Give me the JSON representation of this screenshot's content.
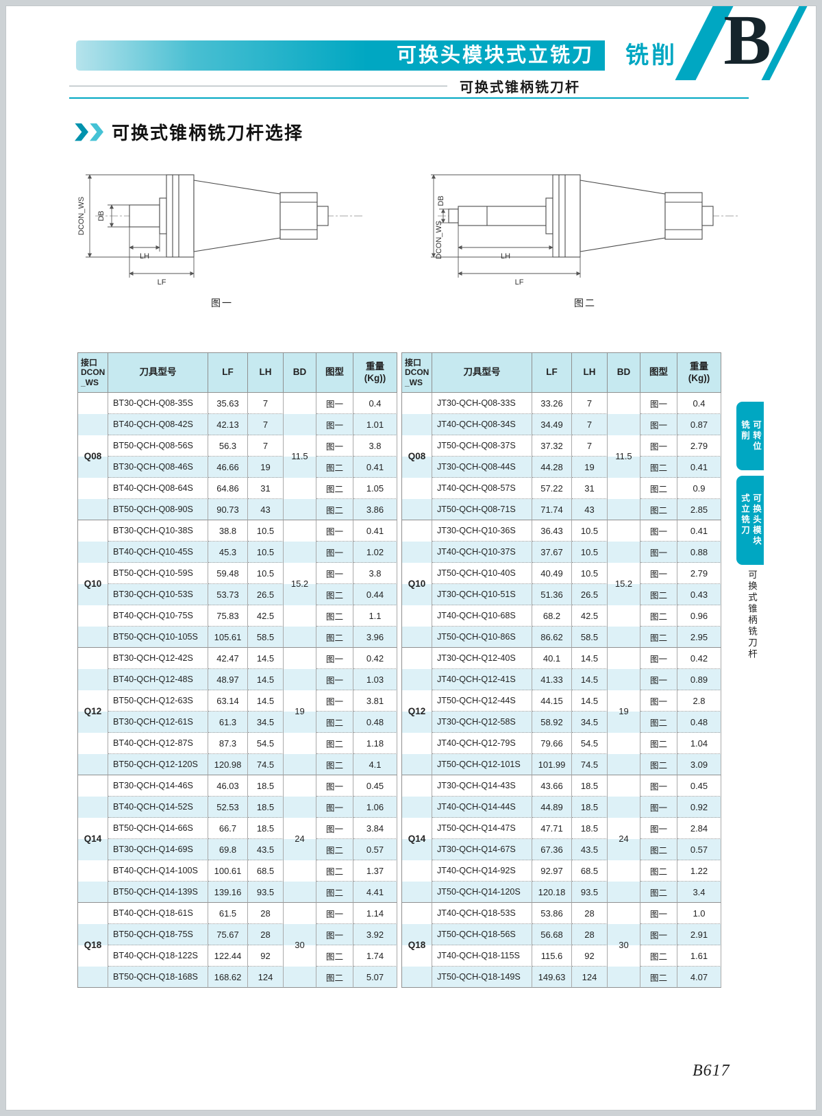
{
  "page": {
    "banner_title": "可换头模块式立铣刀",
    "banner_tag": "铣削",
    "banner_letter": "B",
    "subtitle": "可换式锥柄铣刀杆",
    "section_title": "可换式锥柄铣刀杆选择",
    "page_number": "B617"
  },
  "colors": {
    "teal": "#00a7c2",
    "header_bg": "#c6e9f0",
    "stripe_bg": "#ddf1f7"
  },
  "diagrams": [
    {
      "caption": "图一",
      "labels": {
        "db": "DB",
        "dcon": "DCON_WS",
        "lh": "LH",
        "lf": "LF"
      }
    },
    {
      "caption": "图二",
      "labels": {
        "db": "DB",
        "dcon": "DCON_WS",
        "lh": "LH",
        "lf": "LF"
      }
    }
  ],
  "sidebar": {
    "tabs": [
      {
        "label": "可转位\n铣削"
      },
      {
        "label": "可换头模块\n式立铣刀"
      }
    ],
    "caption": "可换式锥柄铣刀杆"
  },
  "table_headers": {
    "interface": "接口\nDCON\n_WS",
    "model": "刀具型号",
    "lf": "LF",
    "lh": "LH",
    "bd": "BD",
    "fig": "图型",
    "weight": "重量\n(Kg))"
  },
  "tables": [
    {
      "groups": [
        {
          "q": "Q08",
          "bd": "11.5",
          "rows": [
            [
              "BT30-QCH-Q08-35S",
              "35.63",
              "7",
              "图一",
              "0.4"
            ],
            [
              "BT40-QCH-Q08-42S",
              "42.13",
              "7",
              "图一",
              "1.01"
            ],
            [
              "BT50-QCH-Q08-56S",
              "56.3",
              "7",
              "图一",
              "3.8"
            ],
            [
              "BT30-QCH-Q08-46S",
              "46.66",
              "19",
              "图二",
              "0.41"
            ],
            [
              "BT40-QCH-Q08-64S",
              "64.86",
              "31",
              "图二",
              "1.05"
            ],
            [
              "BT50-QCH-Q08-90S",
              "90.73",
              "43",
              "图二",
              "3.86"
            ]
          ]
        },
        {
          "q": "Q10",
          "bd": "15.2",
          "rows": [
            [
              "BT30-QCH-Q10-38S",
              "38.8",
              "10.5",
              "图一",
              "0.41"
            ],
            [
              "BT40-QCH-Q10-45S",
              "45.3",
              "10.5",
              "图一",
              "1.02"
            ],
            [
              "BT50-QCH-Q10-59S",
              "59.48",
              "10.5",
              "图一",
              "3.8"
            ],
            [
              "BT30-QCH-Q10-53S",
              "53.73",
              "26.5",
              "图二",
              "0.44"
            ],
            [
              "BT40-QCH-Q10-75S",
              "75.83",
              "42.5",
              "图二",
              "1.1"
            ],
            [
              "BT50-QCH-Q10-105S",
              "105.61",
              "58.5",
              "图二",
              "3.96"
            ]
          ]
        },
        {
          "q": "Q12",
          "bd": "19",
          "rows": [
            [
              "BT30-QCH-Q12-42S",
              "42.47",
              "14.5",
              "图一",
              "0.42"
            ],
            [
              "BT40-QCH-Q12-48S",
              "48.97",
              "14.5",
              "图一",
              "1.03"
            ],
            [
              "BT50-QCH-Q12-63S",
              "63.14",
              "14.5",
              "图一",
              "3.81"
            ],
            [
              "BT30-QCH-Q12-61S",
              "61.3",
              "34.5",
              "图二",
              "0.48"
            ],
            [
              "BT40-QCH-Q12-87S",
              "87.3",
              "54.5",
              "图二",
              "1.18"
            ],
            [
              "BT50-QCH-Q12-120S",
              "120.98",
              "74.5",
              "图二",
              "4.1"
            ]
          ]
        },
        {
          "q": "Q14",
          "bd": "24",
          "rows": [
            [
              "BT30-QCH-Q14-46S",
              "46.03",
              "18.5",
              "图一",
              "0.45"
            ],
            [
              "BT40-QCH-Q14-52S",
              "52.53",
              "18.5",
              "图一",
              "1.06"
            ],
            [
              "BT50-QCH-Q14-66S",
              "66.7",
              "18.5",
              "图一",
              "3.84"
            ],
            [
              "BT30-QCH-Q14-69S",
              "69.8",
              "43.5",
              "图二",
              "0.57"
            ],
            [
              "BT40-QCH-Q14-100S",
              "100.61",
              "68.5",
              "图二",
              "1.37"
            ],
            [
              "BT50-QCH-Q14-139S",
              "139.16",
              "93.5",
              "图二",
              "4.41"
            ]
          ]
        },
        {
          "q": "Q18",
          "bd": "30",
          "rows": [
            [
              "BT40-QCH-Q18-61S",
              "61.5",
              "28",
              "图一",
              "1.14"
            ],
            [
              "BT50-QCH-Q18-75S",
              "75.67",
              "28",
              "图一",
              "3.92"
            ],
            [
              "BT40-QCH-Q18-122S",
              "122.44",
              "92",
              "图二",
              "1.74"
            ],
            [
              "BT50-QCH-Q18-168S",
              "168.62",
              "124",
              "图二",
              "5.07"
            ]
          ]
        }
      ]
    },
    {
      "groups": [
        {
          "q": "Q08",
          "bd": "11.5",
          "rows": [
            [
              "JT30-QCH-Q08-33S",
              "33.26",
              "7",
              "图一",
              "0.4"
            ],
            [
              "JT40-QCH-Q08-34S",
              "34.49",
              "7",
              "图一",
              "0.87"
            ],
            [
              "JT50-QCH-Q08-37S",
              "37.32",
              "7",
              "图一",
              "2.79"
            ],
            [
              "JT30-QCH-Q08-44S",
              "44.28",
              "19",
              "图二",
              "0.41"
            ],
            [
              "JT40-QCH-Q08-57S",
              "57.22",
              "31",
              "图二",
              "0.9"
            ],
            [
              "JT50-QCH-Q08-71S",
              "71.74",
              "43",
              "图二",
              "2.85"
            ]
          ]
        },
        {
          "q": "Q10",
          "bd": "15.2",
          "rows": [
            [
              "JT30-QCH-Q10-36S",
              "36.43",
              "10.5",
              "图一",
              "0.41"
            ],
            [
              "JT40-QCH-Q10-37S",
              "37.67",
              "10.5",
              "图一",
              "0.88"
            ],
            [
              "JT50-QCH-Q10-40S",
              "40.49",
              "10.5",
              "图一",
              "2.79"
            ],
            [
              "JT30-QCH-Q10-51S",
              "51.36",
              "26.5",
              "图二",
              "0.43"
            ],
            [
              "JT40-QCH-Q10-68S",
              "68.2",
              "42.5",
              "图二",
              "0.96"
            ],
            [
              "JT50-QCH-Q10-86S",
              "86.62",
              "58.5",
              "图二",
              "2.95"
            ]
          ]
        },
        {
          "q": "Q12",
          "bd": "19",
          "rows": [
            [
              "JT30-QCH-Q12-40S",
              "40.1",
              "14.5",
              "图一",
              "0.42"
            ],
            [
              "JT40-QCH-Q12-41S",
              "41.33",
              "14.5",
              "图一",
              "0.89"
            ],
            [
              "JT50-QCH-Q12-44S",
              "44.15",
              "14.5",
              "图一",
              "2.8"
            ],
            [
              "JT30-QCH-Q12-58S",
              "58.92",
              "34.5",
              "图二",
              "0.48"
            ],
            [
              "JT40-QCH-Q12-79S",
              "79.66",
              "54.5",
              "图二",
              "1.04"
            ],
            [
              "JT50-QCH-Q12-101S",
              "101.99",
              "74.5",
              "图二",
              "3.09"
            ]
          ]
        },
        {
          "q": "Q14",
          "bd": "24",
          "rows": [
            [
              "JT30-QCH-Q14-43S",
              "43.66",
              "18.5",
              "图一",
              "0.45"
            ],
            [
              "JT40-QCH-Q14-44S",
              "44.89",
              "18.5",
              "图一",
              "0.92"
            ],
            [
              "JT50-QCH-Q14-47S",
              "47.71",
              "18.5",
              "图一",
              "2.84"
            ],
            [
              "JT30-QCH-Q14-67S",
              "67.36",
              "43.5",
              "图二",
              "0.57"
            ],
            [
              "JT40-QCH-Q14-92S",
              "92.97",
              "68.5",
              "图二",
              "1.22"
            ],
            [
              "JT50-QCH-Q14-120S",
              "120.18",
              "93.5",
              "图二",
              "3.4"
            ]
          ]
        },
        {
          "q": "Q18",
          "bd": "30",
          "rows": [
            [
              "JT40-QCH-Q18-53S",
              "53.86",
              "28",
              "图一",
              "1.0"
            ],
            [
              "JT50-QCH-Q18-56S",
              "56.68",
              "28",
              "图一",
              "2.91"
            ],
            [
              "JT40-QCH-Q18-115S",
              "115.6",
              "92",
              "图二",
              "1.61"
            ],
            [
              "JT50-QCH-Q18-149S",
              "149.63",
              "124",
              "图二",
              "4.07"
            ]
          ]
        }
      ]
    }
  ]
}
